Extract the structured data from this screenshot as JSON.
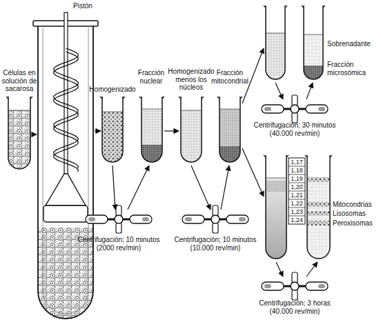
{
  "diagram": {
    "labels": [
      "Pistón",
      "Células en solución de sacarosa",
      "Homogenizado",
      "Fracción nuclear",
      "Homogenizado menos los núcleos",
      "Fracción mitocondrial",
      "Sobrenadante",
      "Fracción microsómica",
      "Centrifugación; 30 minutos (40.000 rev/min)",
      "1,17",
      "1,18",
      "1,19",
      "1,20",
      "1,21",
      "1,22",
      "1,23",
      "1,24",
      "Mitocondrias",
      "Lisosomas",
      "Peroxisomas",
      "Centrifugación; 10 minutos (2000 rev/min)",
      "Centrifugación; 10 minutos (10.000 rev/min)",
      "Centrifugación; 3 horas (40.000 rev/min)"
    ]
  }
}
